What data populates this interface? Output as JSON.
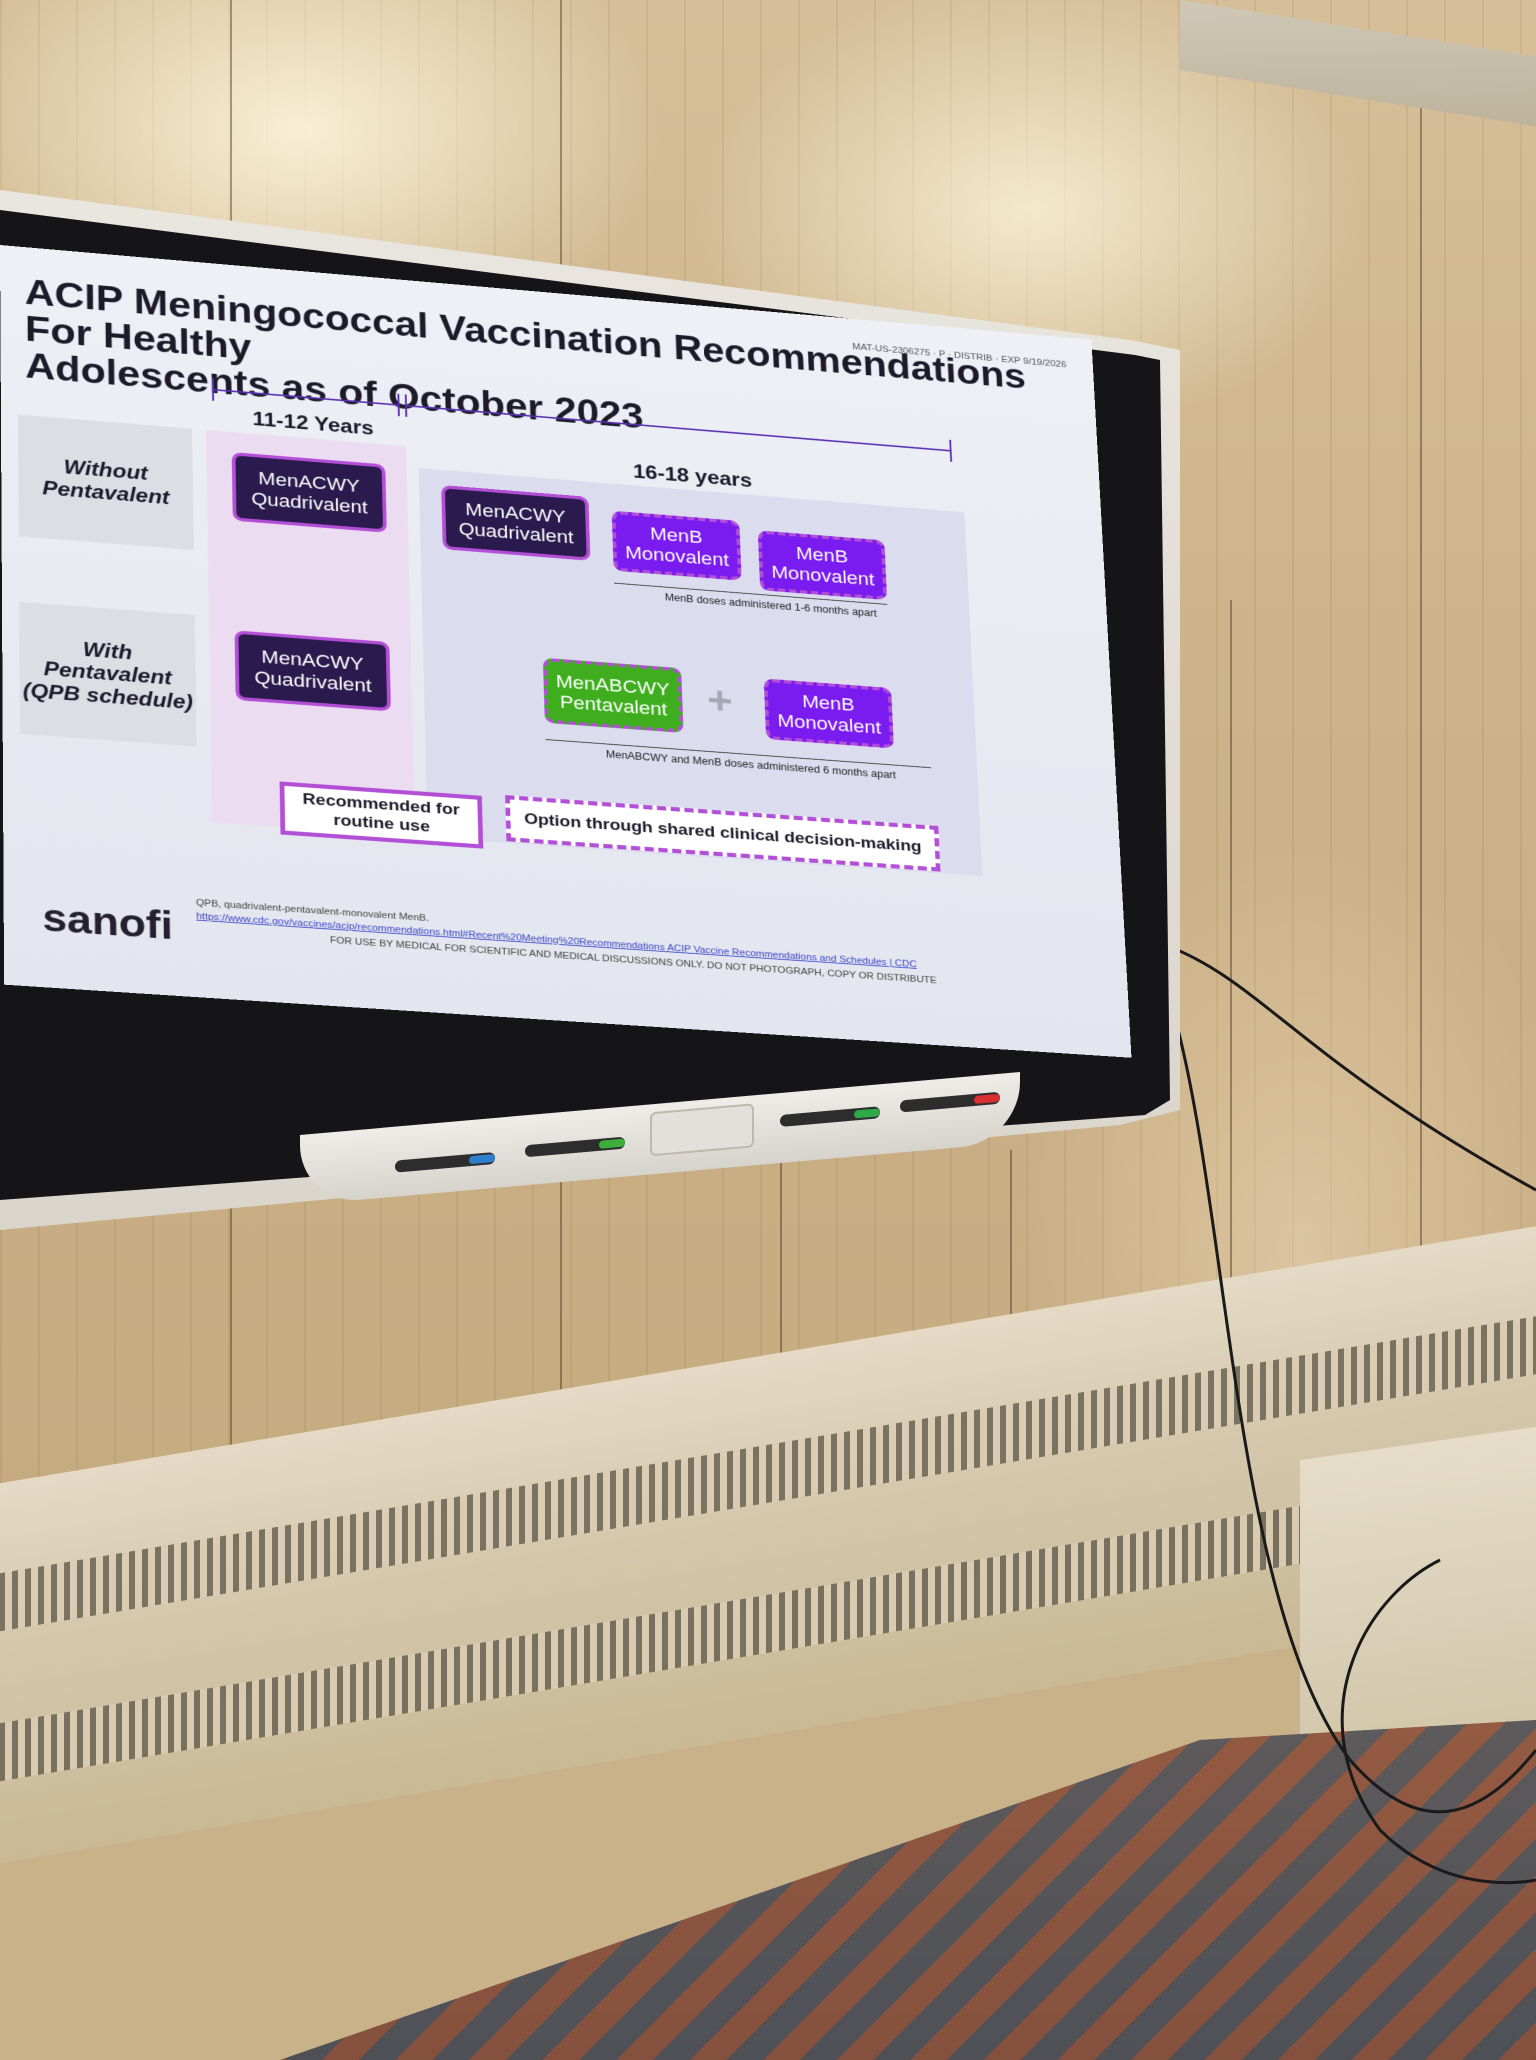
{
  "slide": {
    "title_line1": "ACIP Meningococcal Vaccination Recommendations For Healthy",
    "title_line2": "Adolescents as of October 2023",
    "code": "MAT-US-2306275 · P · DISTRIB · EXP 9/19/2026",
    "age_groups": {
      "early": "11-12 Years",
      "late": "16-18 years"
    },
    "rows": {
      "without": {
        "line1": "Without",
        "line2": "Pentavalent"
      },
      "with": {
        "line1": "With",
        "line2": "Pentavalent",
        "line3": "(QPB schedule)"
      }
    },
    "vaccines": {
      "r1_early": {
        "line1": "MenACWY",
        "line2": "Quadrivalent"
      },
      "r1_late": {
        "line1": "MenACWY",
        "line2": "Quadrivalent"
      },
      "r1_menb_a": {
        "line1": "MenB",
        "line2": "Monovalent"
      },
      "r1_menb_b": {
        "line1": "MenB",
        "line2": "Monovalent"
      },
      "r2_early": {
        "line1": "MenACWY",
        "line2": "Quadrivalent"
      },
      "r2_penta": {
        "line1": "MenABCWY",
        "line2": "Pentavalent"
      },
      "r2_menb": {
        "line1": "MenB",
        "line2": "Monovalent"
      }
    },
    "plus_sign": "+",
    "notes": {
      "menb_interval": "MenB doses administered 1-6 months apart",
      "combo_interval": "MenABCWY and MenB doses administered 6 months apart"
    },
    "legend": {
      "routine_line1": "Recommended for",
      "routine_line2": "routine use",
      "shared": "Option through shared clinical decision-making"
    },
    "logo": "sanofi",
    "footnote": "QPB, quadrivalent-pentavalent-monovalent MenB.",
    "source_link": "https://www.cdc.gov/vaccines/acip/recommendations.html#Recent%20Meeting%20Recommendations  ACIP Vaccine Recommendations and Schedules | CDC",
    "disclaimer": "FOR USE BY MEDICAL FOR SCIENTIFIC AND MEDICAL DISCUSSIONS ONLY. DO NOT PHOTOGRAPH, COPY OR DISTRIBUTE"
  },
  "colors": {
    "dark_box": "#2a1a4e",
    "menb_purple": "#7a1cf0",
    "penta_green": "#3eae1e",
    "accent_magenta": "#b34fd6",
    "timeline": "#5a2fb3"
  },
  "tray_marker_colors": [
    "#2f7fd0",
    "#3fae3a",
    "#2fa84a",
    "#d83030"
  ]
}
